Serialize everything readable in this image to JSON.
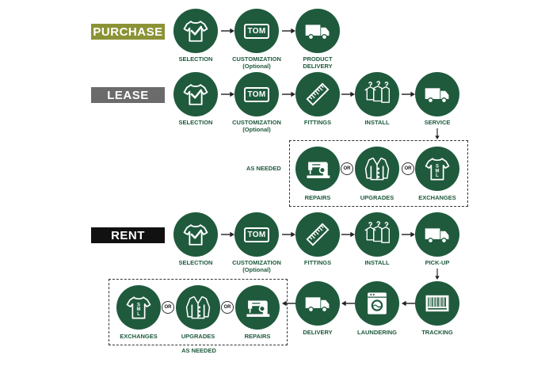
{
  "colors": {
    "purchase": "#8c9236",
    "lease": "#6b6b6b",
    "rent": "#111111",
    "node": "#1f5a3d"
  },
  "banners": {
    "purchase": "PURCHASE",
    "lease": "LEASE",
    "rent": "RENT"
  },
  "tom_text": "TOM",
  "or_text": "OR",
  "purchase": {
    "selection": "SELECTION",
    "customization": "CUSTOMIZATION",
    "optional": "(Optional)",
    "product": "PRODUCT",
    "delivery": "DELIVERY"
  },
  "lease": {
    "selection": "SELECTION",
    "customization": "CUSTOMIZATION",
    "optional": "(Optional)",
    "fittings": "FITTINGS",
    "install": "INSTALL",
    "service": "SERVICE",
    "as_needed": "AS NEEDED",
    "repairs": "REPAIRS",
    "upgrades": "UPGRADES",
    "exchanges": "EXCHANGES"
  },
  "rent": {
    "selection": "SELECTION",
    "customization": "CUSTOMIZATION",
    "optional": "(Optional)",
    "fittings": "FITTINGS",
    "install": "INSTALL",
    "pickup": "PICK-UP",
    "tracking": "TRACKING",
    "laundering": "LAUNDERING",
    "delivery": "DELIVERY",
    "repairs": "REPAIRS",
    "upgrades": "UPGRADES",
    "exchanges": "EXCHANGES",
    "as_needed": "AS NEEDED"
  }
}
